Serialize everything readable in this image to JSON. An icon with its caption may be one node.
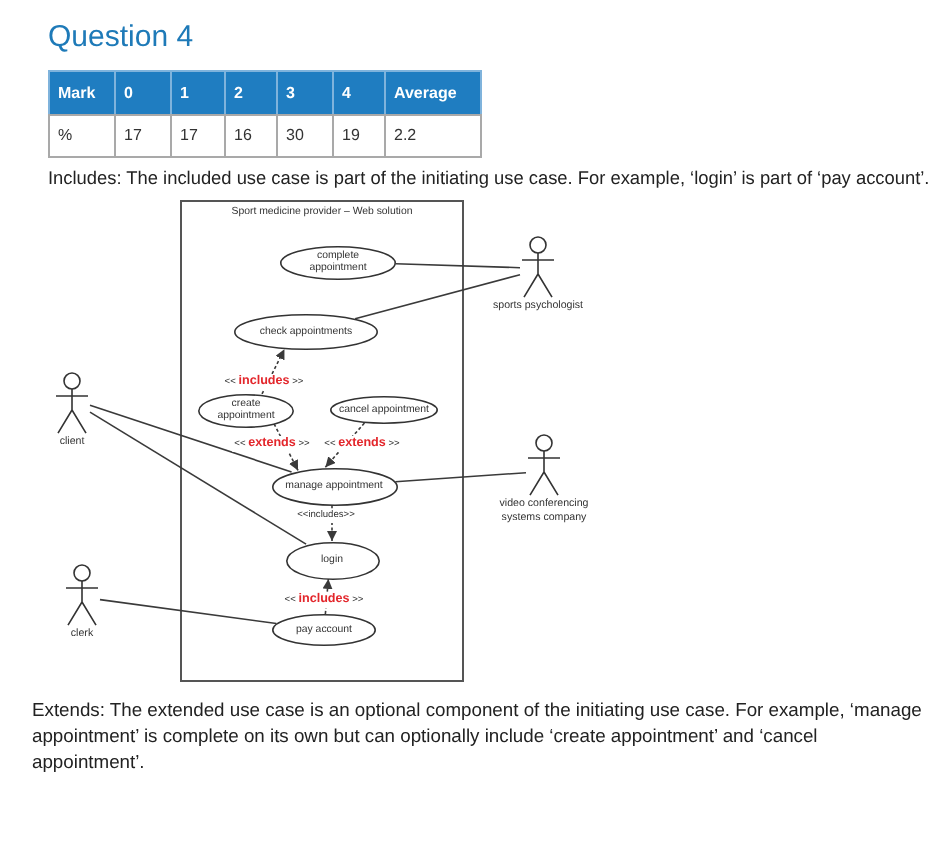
{
  "diagram": {
    "title": "Question 4",
    "nodes": [
      {
        "text": [
          "Sport medicine provider – Web solution"
        ]
      },
      {
        "text": [
          "complete appointment"
        ],
        "in": 0
      },
      {
        "text": [
          "check appointments"
        ],
        "in": 0
      },
      {
        "text": [
          "create appointment"
        ],
        "in": 0
      },
      {
        "text": [
          "cancel appointment"
        ],
        "in": 0
      },
      {
        "text": [
          "manage appointment"
        ],
        "in": 0
      },
      {
        "text": [
          "login"
        ],
        "in": 0
      },
      {
        "text": [
          "pay account"
        ],
        "in": 0
      },
      {
        "text": [],
        "shape": "person",
        "beside": [
          "sports psychologist"
        ]
      },
      {
        "text": [],
        "shape": "person",
        "beside": [
          "client"
        ]
      },
      {
        "text": [],
        "shape": "person",
        "beside": [
          "video conferencing systems company"
        ]
      },
      {
        "text": [],
        "shape": "person",
        "beside": [
          "clerk"
        ]
      }
    ],
    "edges": [
      {
        "from": 8,
        "to": 1,
        "arrow": "none"
      },
      {
        "from": 8,
        "to": 2,
        "arrow": "none"
      },
      {
        "from": 9,
        "to": 5,
        "arrow": "none"
      },
      {
        "from": 9,
        "to": 6,
        "arrow": "none"
      },
      {
        "from": 10,
        "to": 5,
        "arrow": "none"
      },
      {
        "from": 11,
        "to": 7,
        "arrow": "none"
      },
      {
        "from": 3,
        "to": 2,
        "arrow": "to",
        "style": "dashed",
        "label": "<< **includes** >>"
      },
      {
        "from": 3,
        "to": 5,
        "arrow": "to",
        "style": "dashed",
        "label": "<< **extends** >>"
      },
      {
        "from": 4,
        "to": 5,
        "arrow": "to",
        "style": "dashed",
        "label": "<< **extends** >>"
      },
      {
        "from": 5,
        "to": 6,
        "arrow": "to",
        "style": "dashed",
        "label": "<<includes>>"
      },
      {
        "from": 7,
        "to": 6,
        "arrow": "to",
        "style": "dashed",
        "label": "<< **includes** >>"
      }
    ],
    "labels": [
      "Mark",
      "0",
      "1",
      "2",
      "3",
      "4",
      "Average",
      "%",
      "17",
      "17",
      "16",
      "30",
      "19",
      "2.2",
      "Includes: The included use case is part of the initiating use case. For example, ‘login’ is part of ‘pay account’.",
      "Extends: The extended use case is an optional component of the initiating use case. For example, ‘manage appointment’ is complete on its own but can optionally include ‘create appointment’ and ‘cancel appointment’."
    ]
  }
}
